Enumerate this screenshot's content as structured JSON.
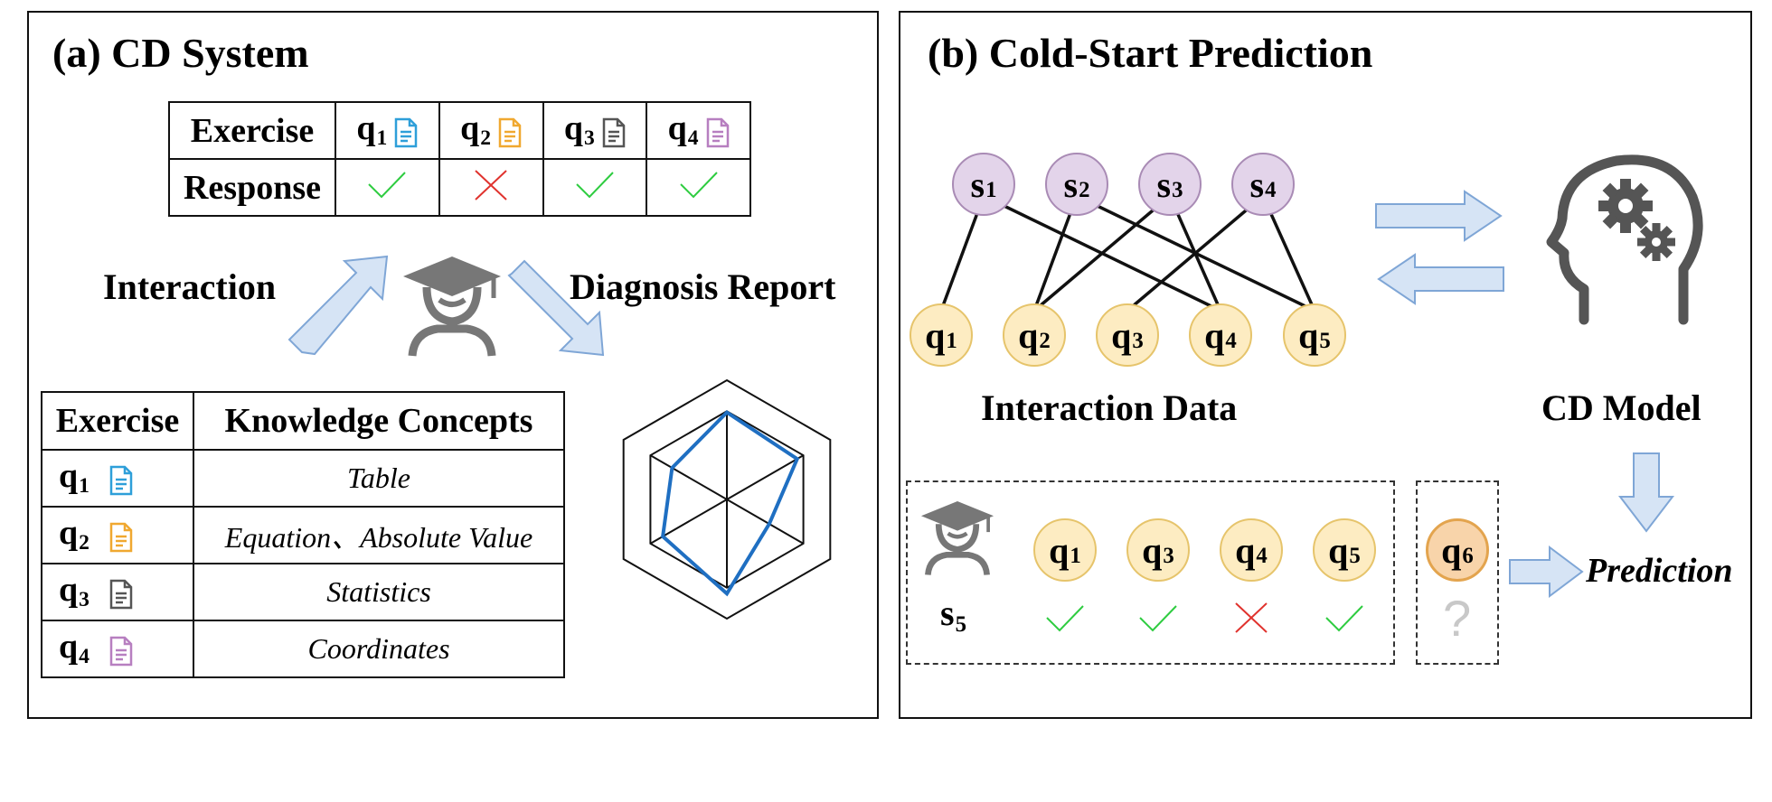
{
  "panel_a": {
    "title": "(a) CD System",
    "response_table": {
      "row1_header": "Exercise",
      "row2_header": "Response",
      "columns": [
        {
          "q": "q",
          "sub": "1",
          "doc_color": "#2e9fd9",
          "response": "check",
          "response_color": "#2ecc40"
        },
        {
          "q": "q",
          "sub": "2",
          "doc_color": "#f0a830",
          "response": "cross",
          "response_color": "#e0322d"
        },
        {
          "q": "q",
          "sub": "3",
          "doc_color": "#555555",
          "response": "check",
          "response_color": "#2ecc40"
        },
        {
          "q": "q",
          "sub": "4",
          "doc_color": "#b77fc0",
          "response": "check",
          "response_color": "#2ecc40"
        }
      ]
    },
    "interaction_label": "Interaction",
    "diagnosis_label": "Diagnosis Report",
    "knowledge_table": {
      "header_exercise": "Exercise",
      "header_concepts": "Knowledge Concepts",
      "rows": [
        {
          "q": "q",
          "sub": "1",
          "doc_color": "#2e9fd9",
          "concepts": "Table"
        },
        {
          "q": "q",
          "sub": "2",
          "doc_color": "#f0a830",
          "concepts": "Equation、Absolute Value"
        },
        {
          "q": "q",
          "sub": "3",
          "doc_color": "#555555",
          "concepts": "Statistics"
        },
        {
          "q": "q",
          "sub": "4",
          "doc_color": "#b77fc0",
          "concepts": "Coordinates"
        }
      ]
    },
    "radar": {
      "axes": 6,
      "values": [
        0.73,
        0.68,
        0.41,
        0.79,
        0.62,
        0.53
      ],
      "line_color": "#1f6fc2"
    }
  },
  "panel_b": {
    "title": "(b) Cold-Start Prediction",
    "students": [
      {
        "s": "s",
        "sub": "1"
      },
      {
        "s": "s",
        "sub": "2"
      },
      {
        "s": "s",
        "sub": "3"
      },
      {
        "s": "s",
        "sub": "4"
      }
    ],
    "questions": [
      {
        "q": "q",
        "sub": "1"
      },
      {
        "q": "q",
        "sub": "2"
      },
      {
        "q": "q",
        "sub": "3"
      },
      {
        "q": "q",
        "sub": "4"
      },
      {
        "q": "q",
        "sub": "5"
      }
    ],
    "edges": [
      [
        0,
        0
      ],
      [
        0,
        3
      ],
      [
        1,
        1
      ],
      [
        1,
        4
      ],
      [
        2,
        1
      ],
      [
        2,
        3
      ],
      [
        3,
        2
      ],
      [
        3,
        4
      ]
    ],
    "interaction_data_label": "Interaction Data",
    "cd_model_label": "CD Model",
    "new_student": {
      "s": "s",
      "sub": "5"
    },
    "new_student_responses": [
      {
        "q": "q",
        "sub": "1",
        "response": "check"
      },
      {
        "q": "q",
        "sub": "3",
        "response": "check"
      },
      {
        "q": "q",
        "sub": "4",
        "response": "cross"
      },
      {
        "q": "q",
        "sub": "5",
        "response": "check"
      }
    ],
    "target_question": {
      "q": "q",
      "sub": "6",
      "mark": "?"
    },
    "prediction_label": "Prediction"
  },
  "colors": {
    "arrow_fill": "#d6e4f5",
    "arrow_stroke": "#7fa6d6",
    "icon_gray": "#777777",
    "head_gray": "#555555",
    "check": "#2ecc40",
    "cross": "#e0322d"
  }
}
